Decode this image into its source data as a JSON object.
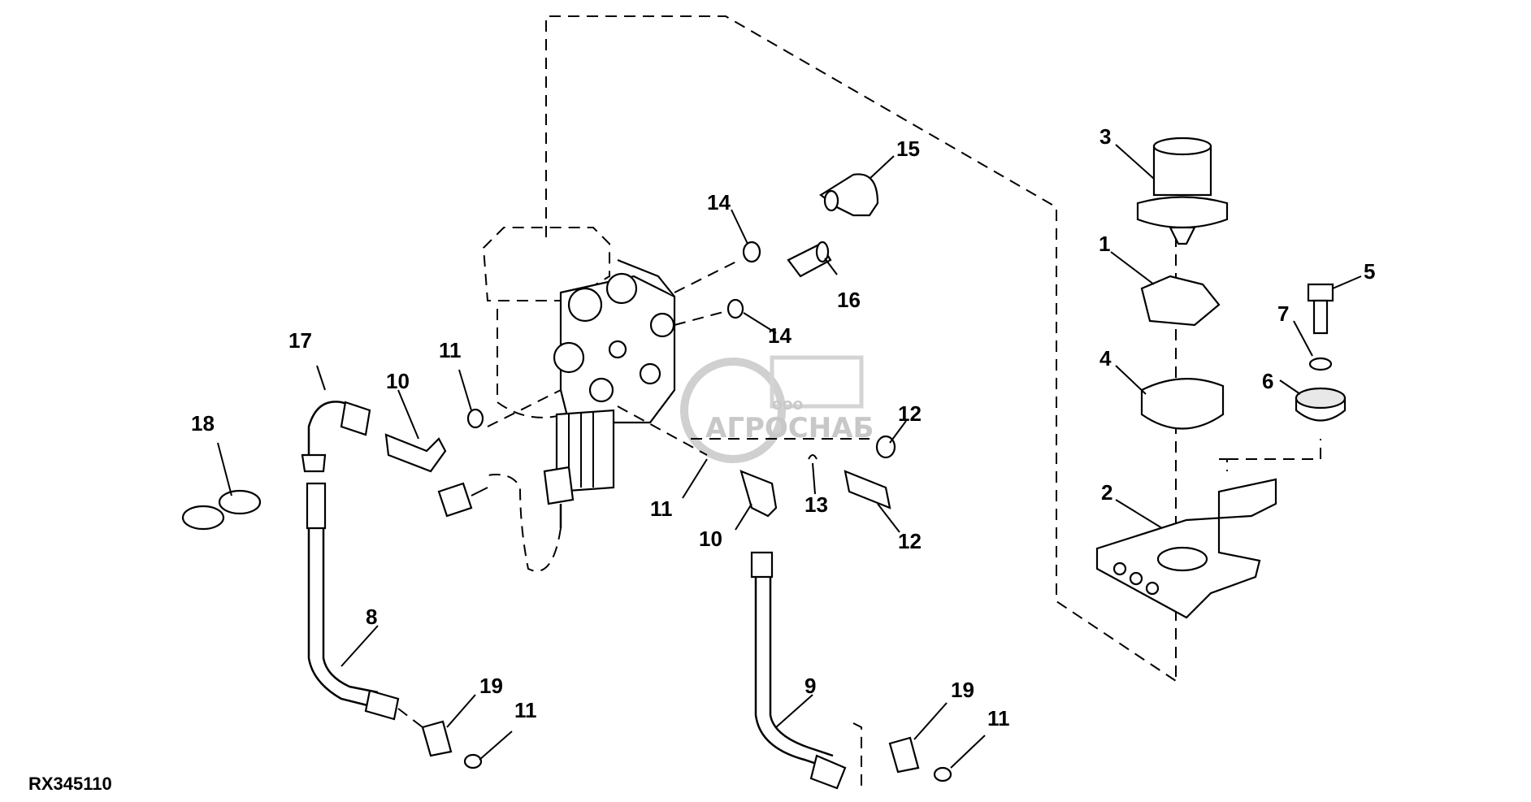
{
  "figure_code": "RX345110",
  "watermark": {
    "company_prefix": "ООО",
    "company_name": "АГРОСНАБ"
  },
  "callouts": [
    {
      "id": "c1",
      "label": "1"
    },
    {
      "id": "c2",
      "label": "2"
    },
    {
      "id": "c3",
      "label": "3"
    },
    {
      "id": "c4",
      "label": "4"
    },
    {
      "id": "c5",
      "label": "5"
    },
    {
      "id": "c6",
      "label": "6"
    },
    {
      "id": "c7",
      "label": "7"
    },
    {
      "id": "c8",
      "label": "8"
    },
    {
      "id": "c9",
      "label": "9"
    },
    {
      "id": "c10a",
      "label": "10"
    },
    {
      "id": "c10b",
      "label": "10"
    },
    {
      "id": "c11a",
      "label": "11"
    },
    {
      "id": "c11b",
      "label": "11"
    },
    {
      "id": "c11c",
      "label": "11"
    },
    {
      "id": "c11d",
      "label": "11"
    },
    {
      "id": "c12a",
      "label": "12"
    },
    {
      "id": "c12b",
      "label": "12"
    },
    {
      "id": "c13",
      "label": "13"
    },
    {
      "id": "c14a",
      "label": "14"
    },
    {
      "id": "c14b",
      "label": "14"
    },
    {
      "id": "c15",
      "label": "15"
    },
    {
      "id": "c16",
      "label": "16"
    },
    {
      "id": "c17",
      "label": "17"
    },
    {
      "id": "c18",
      "label": "18"
    },
    {
      "id": "c19a",
      "label": "19"
    },
    {
      "id": "c19b",
      "label": "19"
    }
  ]
}
